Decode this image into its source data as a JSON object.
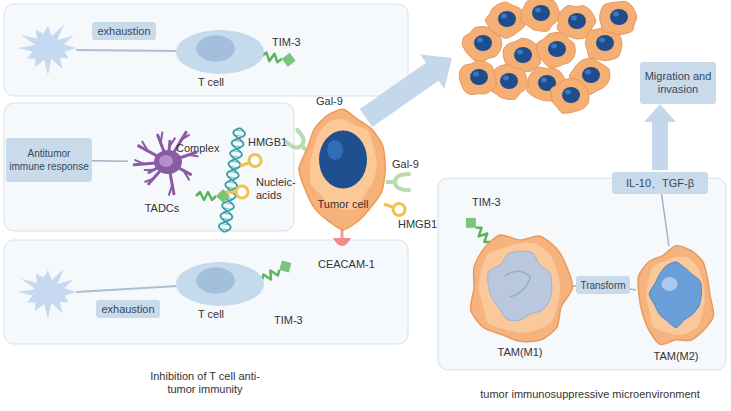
{
  "diagram": {
    "nodes": [
      {
        "text": [
          "exhaustion"
        ]
      },
      {
        "text": [
          "T cell"
        ]
      },
      {
        "text": [
          "Antitumor immune response"
        ]
      },
      {
        "text": [
          "TADCs"
        ]
      },
      {
        "text": [
          "exhaustion"
        ]
      },
      {
        "text": [
          "T cell"
        ]
      },
      {
        "text": [
          "Tumor cell"
        ]
      },
      {
        "text": [
          "Migration and invasion"
        ]
      },
      {
        "text": [
          "IL-10、TGF-β"
        ]
      },
      {
        "text": [
          "TAM(M1)"
        ]
      },
      {
        "text": [
          "Transform"
        ]
      },
      {
        "text": [
          "TAM(M2)"
        ]
      }
    ],
    "edges": [
      {
        "from": 2,
        "to": 3,
        "arrow": "none"
      },
      {
        "from": 9,
        "to": 10,
        "arrow": "none"
      },
      {
        "from": 10,
        "to": 11,
        "arrow": "none"
      },
      {
        "from": 11,
        "to": 8,
        "arrow": "none"
      }
    ],
    "labels": [
      "TIM-3",
      "Complex",
      "HMGB1",
      "Nucleic- acids",
      "TIM-3",
      "Gal-9",
      "Gal-9",
      "HMGB1",
      "CEACAM-1",
      "TIM-3",
      "Inhibition of T cell anti-tumor immunity",
      "tumor immunosuppressive microenvironment"
    ]
  }
}
